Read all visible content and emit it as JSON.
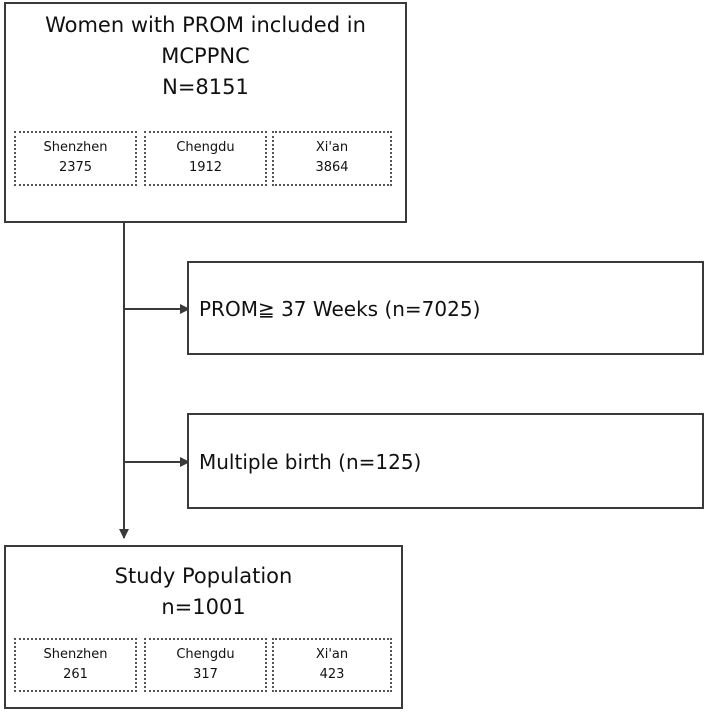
{
  "top_box": {
    "line1": "Women with PROM included in",
    "line2": "MCPPNC",
    "line3": "N=8151",
    "sites": [
      {
        "name": "Shenzhen",
        "count": "2375"
      },
      {
        "name": "Chengdu",
        "count": "1912"
      },
      {
        "name": "Xi'an",
        "count": "3864"
      }
    ]
  },
  "exclusions": [
    {
      "label": "PROM≧ 37 Weeks (n=7025)"
    },
    {
      "label": "Multiple birth (n=125)"
    }
  ],
  "bottom_box": {
    "line1": "Study Population",
    "line2": "n=1001",
    "sites": [
      {
        "name": "Shenzhen",
        "count": "261"
      },
      {
        "name": "Chengdu",
        "count": "317"
      },
      {
        "name": "Xi'an",
        "count": "423"
      }
    ]
  }
}
